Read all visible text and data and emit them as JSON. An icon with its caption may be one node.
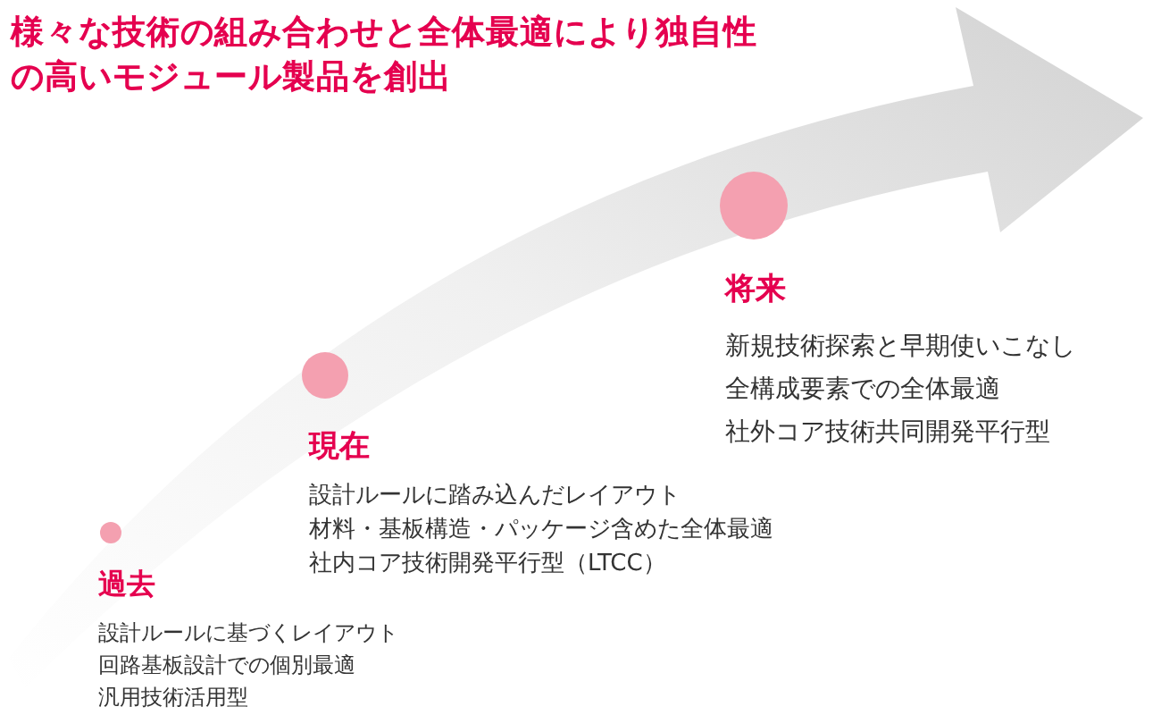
{
  "diagram": {
    "title": "様々な技術の組み合わせと全体最適により独自性の高いモジュール製品を創出",
    "nodes": [
      {
        "text": [
          "過去",
          "設計ルールに基づくレイアウト",
          "回路基板設計での個別最適",
          "汎用技術活用型"
        ]
      },
      {
        "text": [
          "現在",
          "設計ルールに踏み込んだレイアウト",
          "材料・基板構造・パッケージ含めた全体最適",
          "社内コア技術開発平行型（LTCC）"
        ]
      },
      {
        "text": [
          "将来",
          "新規技術探索と早期使いこなし",
          "全構成要素での全体最適",
          "社外コア技術共同開発平行型"
        ]
      }
    ]
  }
}
